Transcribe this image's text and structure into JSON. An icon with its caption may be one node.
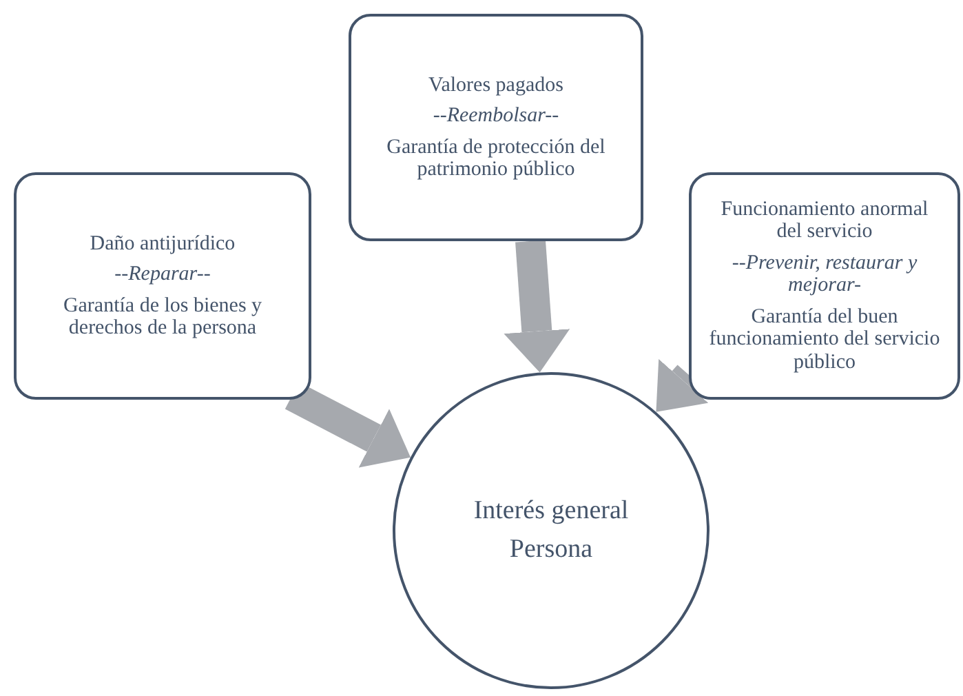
{
  "diagram": {
    "nodes": [
      {
        "text": [
          "Valores pagados",
          "--Reembolsar--",
          "Garantía de protección del patrimonio público"
        ]
      },
      {
        "text": [
          "Daño antijurídico",
          "--Reparar--",
          "Garantía de los bienes y derechos de la persona"
        ]
      },
      {
        "text": [
          "Funcionamiento anormal del servicio",
          "--Prevenir, restaurar y mejorar-",
          "Garantía del buen funcionamiento del servicio público"
        ]
      },
      {
        "text": [
          "Interés general",
          "Persona"
        ]
      }
    ],
    "edges": [
      {
        "from": 0,
        "to": 3,
        "arrow": "to"
      },
      {
        "from": 1,
        "to": 3,
        "arrow": "to"
      },
      {
        "from": 2,
        "to": 3,
        "arrow": "to"
      }
    ]
  }
}
